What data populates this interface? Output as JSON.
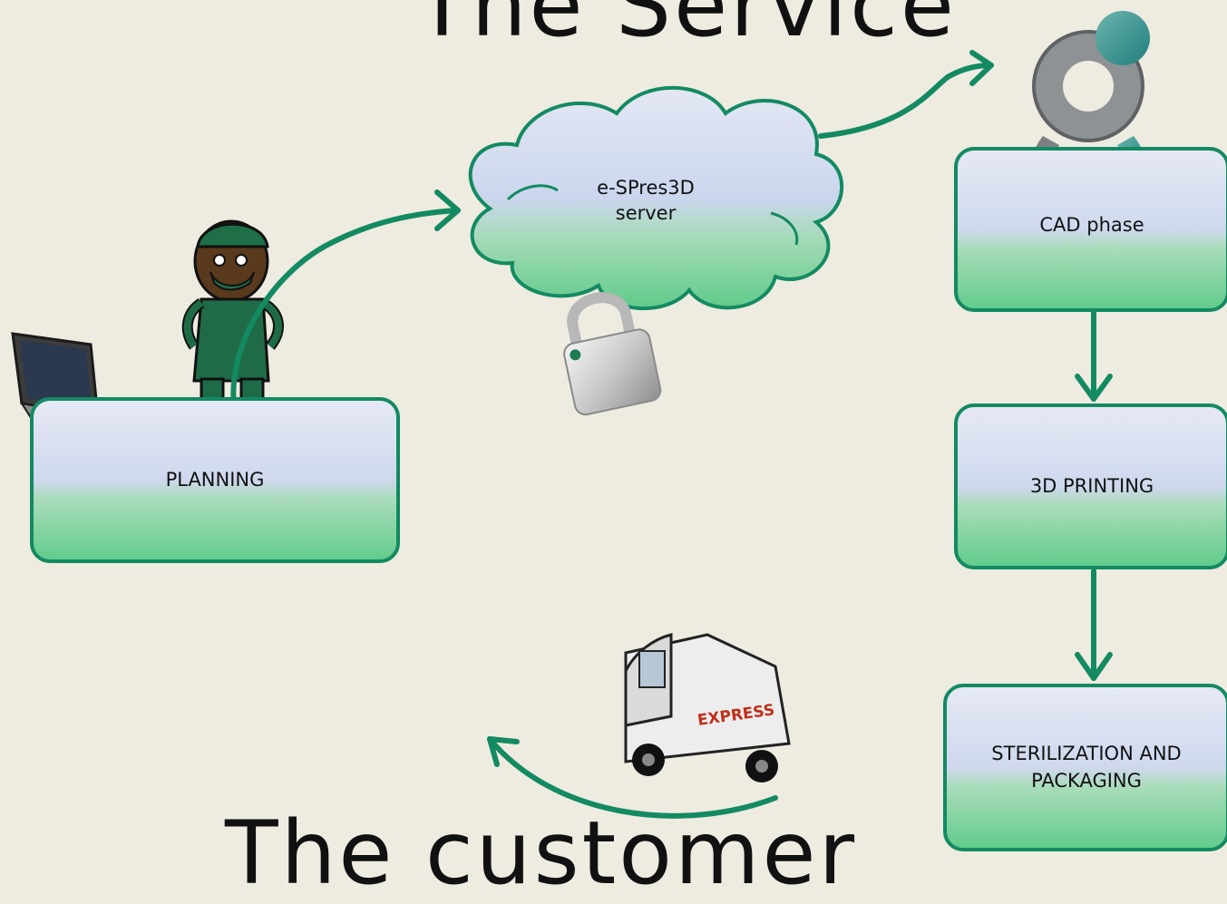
{
  "title": "The Service",
  "footer_text": "The customer",
  "nodes": {
    "planning": "PLANNING",
    "server": "e-SPres3D\nserver",
    "cad": "CAD phase",
    "printing": "3D PRINTING",
    "sterilization": "STERILIZATION AND\nPACKAGING"
  },
  "van_label": "EXPRESS",
  "colors": {
    "arrow": "#138A62",
    "box_border": "#138A62",
    "box_top": "#D3DBEF",
    "box_bottom": "#62CC8C",
    "background": "#EEEBE0"
  },
  "icons": [
    "laptop-icon",
    "surgeon-icon",
    "cloud-icon",
    "padlock-icon",
    "logo-icon",
    "van-icon"
  ]
}
